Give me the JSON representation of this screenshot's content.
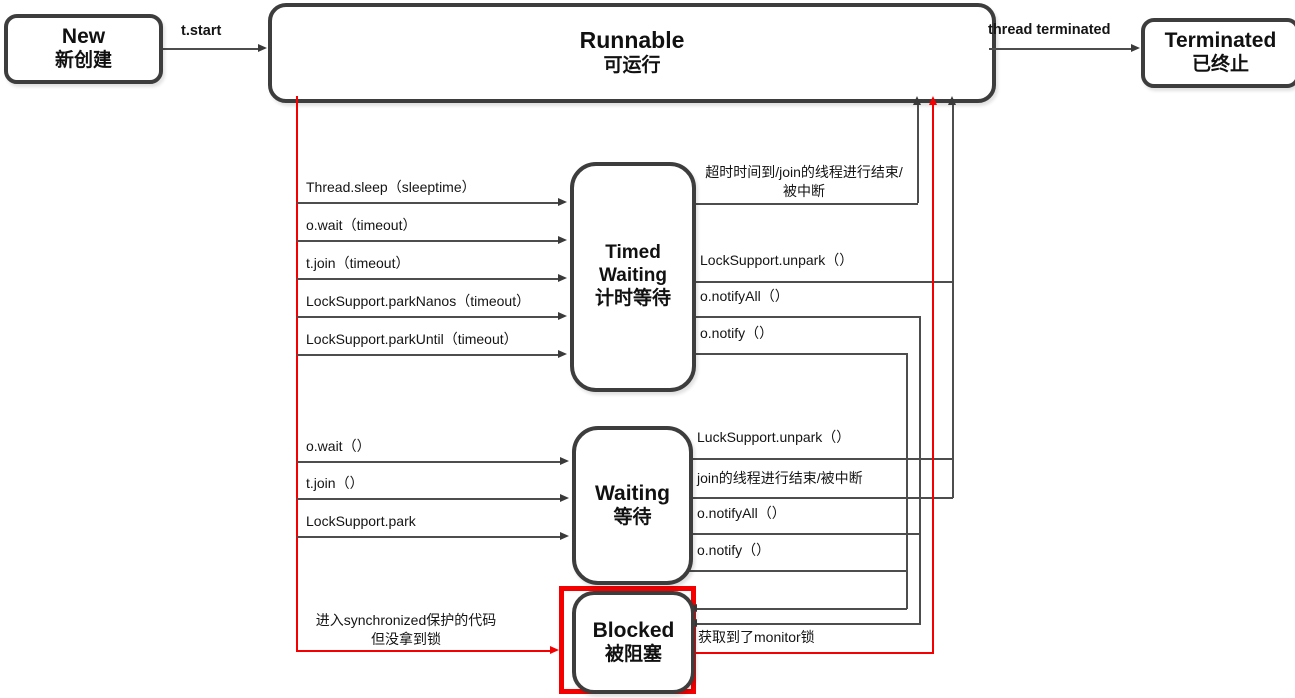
{
  "colors": {
    "box_border_gray": "#3d3d3d",
    "connector_gray": "#4d4d4d",
    "accent_red": "#f40000",
    "text": "#141414",
    "background": "#ffffff"
  },
  "states": {
    "new": {
      "title": "New",
      "subtitle": "新创建"
    },
    "runnable": {
      "title": "Runnable",
      "subtitle": "可运行"
    },
    "terminated": {
      "title": "Terminated",
      "subtitle": "已终止"
    },
    "timed_waiting": {
      "title_line1": "Timed",
      "title_line2": "Waiting",
      "subtitle": "计时等待"
    },
    "waiting": {
      "title": "Waiting",
      "subtitle": "等待"
    },
    "blocked": {
      "title": "Blocked",
      "subtitle": "被阻塞"
    }
  },
  "transitions": {
    "new_to_runnable": {
      "label": "t.start"
    },
    "runnable_to_terminated": {
      "label": "thread terminated"
    },
    "runnable_to_timed_waiting": [
      "Thread.sleep（sleeptime）",
      "o.wait（timeout）",
      "t.join（timeout）",
      "LockSupport.parkNanos（timeout）",
      "LockSupport.parkUntil（timeout）"
    ],
    "timed_waiting_to_runnable": {
      "timeout": {
        "line1": "超时时间到/join的线程进行结束/",
        "line2": "被中断"
      },
      "unpark": "LockSupport.unpark（）"
    },
    "timed_waiting_to_blocked": {
      "notify_all": "o.notifyAll（）",
      "notify": "o.notify（）"
    },
    "runnable_to_waiting": [
      "o.wait（）",
      "t.join（）",
      "LockSupport.park"
    ],
    "waiting_to_runnable": {
      "unpark": "LuckSupport.unpark（）",
      "join_end": "join的线程进行结束/被中断"
    },
    "waiting_to_blocked": {
      "notify_all": "o.notifyAll（）",
      "notify": "o.notify（）"
    },
    "runnable_to_blocked": {
      "line1": "进入synchronized保护的代码",
      "line2": "但没拿到锁"
    },
    "blocked_to_runnable": {
      "label": "获取到了monitor锁"
    }
  }
}
